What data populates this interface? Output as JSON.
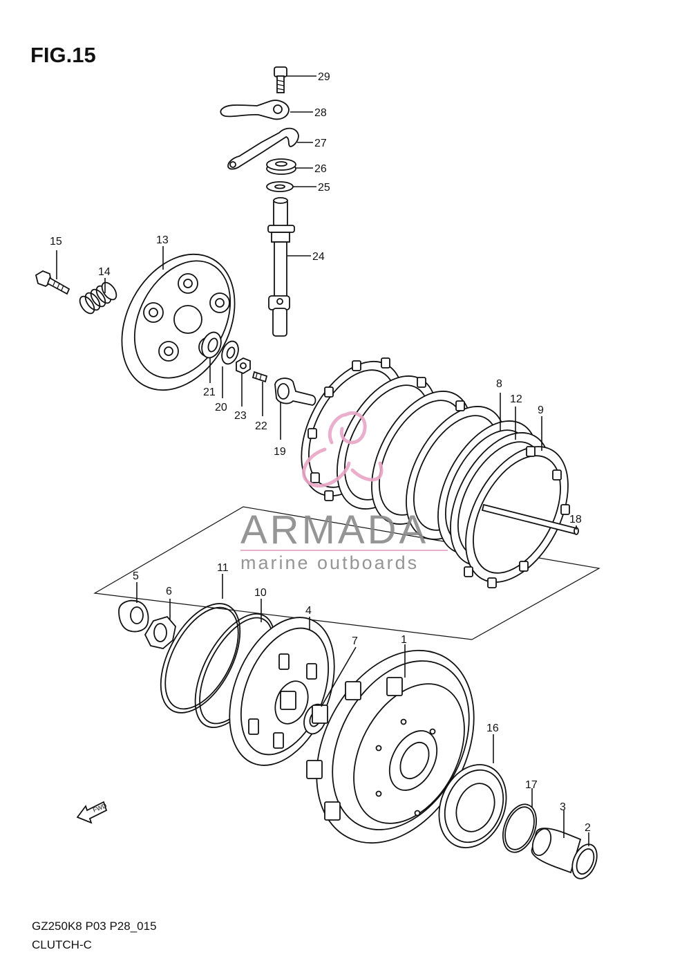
{
  "figure_title": "FIG.15",
  "footer": {
    "model_code": "GZ250K8 P03 P28_015",
    "section_name": "CLUTCH-C"
  },
  "watermark": {
    "brand": "ARMADA",
    "tagline": "marine outboards"
  },
  "fwd_label": "FWD",
  "callouts": [
    "1",
    "2",
    "3",
    "4",
    "5",
    "6",
    "7",
    "8",
    "9",
    "10",
    "11",
    "12",
    "13",
    "14",
    "15",
    "16",
    "17",
    "18",
    "19",
    "20",
    "21",
    "22",
    "23",
    "24",
    "25",
    "26",
    "27",
    "28",
    "29"
  ],
  "colors": {
    "line": "#111111",
    "watermark_text": "#8a8a8a",
    "watermark_logo": "#e8a6c6"
  }
}
